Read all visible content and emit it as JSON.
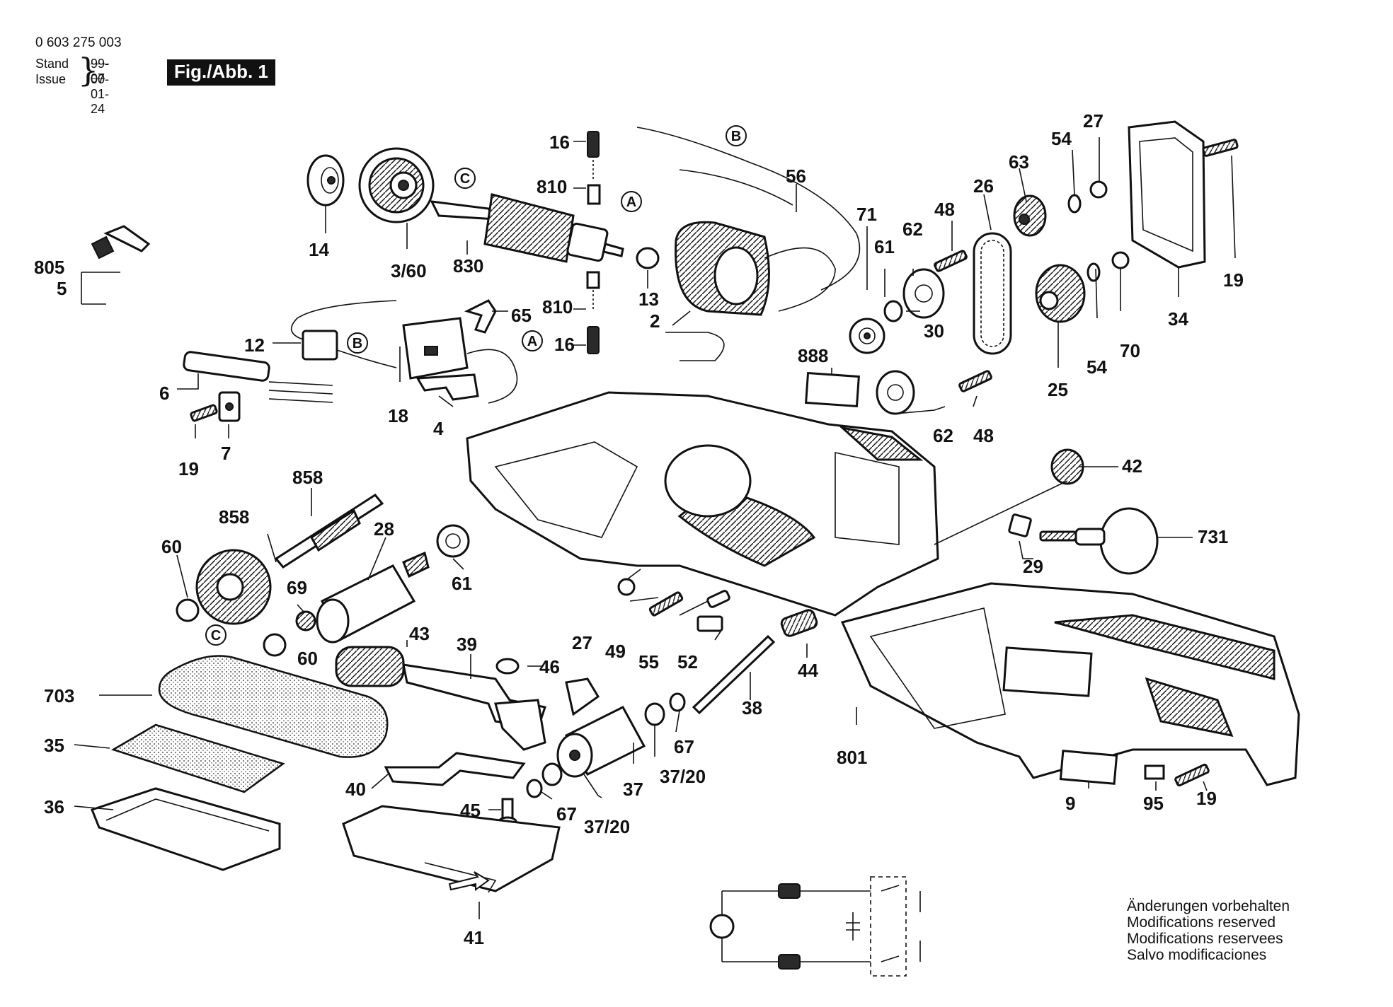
{
  "header": {
    "part_number": "0 603 275 003",
    "stand_label": "Stand",
    "issue_label": "Issue",
    "old_date": "99-07",
    "issue_date": "00-01-24",
    "figure_label": "Fig./Abb. 1"
  },
  "callouts": {
    "c805": "805",
    "c5": "5",
    "c6": "6",
    "c12": "12",
    "c7": "7",
    "c19a": "19",
    "c19b": "19",
    "c19c": "19",
    "c14": "14",
    "c3_60": "3/60",
    "c830": "830",
    "c16a": "16",
    "c16b": "16",
    "c810a": "810",
    "c810b": "810",
    "c13": "13",
    "c2": "2",
    "c56": "56",
    "c71": "71",
    "c61a": "61",
    "c61b": "61",
    "c62a": "62",
    "c62b": "62",
    "c48a": "48",
    "c48b": "48",
    "c26": "26",
    "c63": "63",
    "c54a": "54",
    "c54b": "54",
    "c27a": "27",
    "c27b": "27",
    "c34": "34",
    "c30": "30",
    "c25": "25",
    "c70": "70",
    "c888": "888",
    "c65": "65",
    "c18": "18",
    "c4": "4",
    "c42": "42",
    "c731": "731",
    "c29": "29",
    "c858a": "858",
    "c858b": "858",
    "c60a": "60",
    "c60b": "60",
    "c28": "28",
    "c69": "69",
    "c43": "43",
    "c39": "39",
    "c46": "46",
    "c703": "703",
    "c35": "35",
    "c36": "36",
    "c49": "49",
    "c55": "55",
    "c52": "52",
    "c38": "38",
    "c44": "44",
    "c67a": "67",
    "c67b": "67",
    "c37": "37",
    "c37_20a": "37/20",
    "c37_20b": "37/20",
    "c40": "40",
    "c45": "45",
    "c41": "41",
    "c801": "801",
    "c9": "9",
    "c95": "95"
  },
  "refs": {
    "ref_a": "A",
    "ref_b": "B",
    "ref_c": "C"
  },
  "notice": {
    "line1": "Änderungen vorbehalten",
    "line2": "Modifications reserved",
    "line3": "Modifications reservees",
    "line4": "Salvo modificaciones"
  }
}
